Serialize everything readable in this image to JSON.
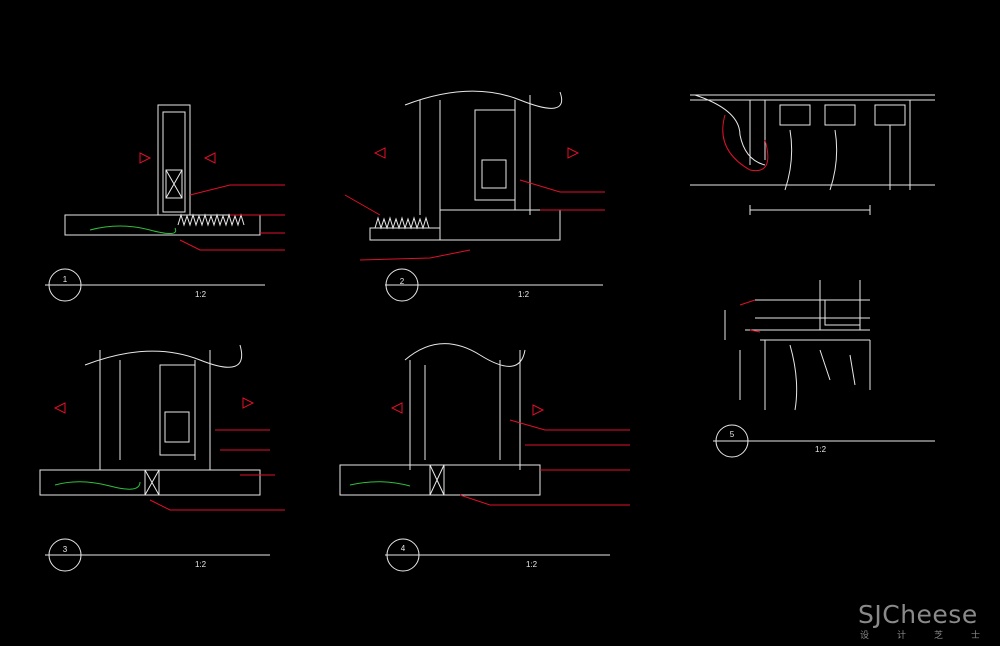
{
  "details": [
    {
      "number": "1",
      "scale": "1:2"
    },
    {
      "number": "2",
      "scale": "1:2"
    },
    {
      "number": "3",
      "scale": "1:2"
    },
    {
      "number": "4",
      "scale": "1:2"
    },
    {
      "number": "5",
      "scale": "1:2"
    }
  ],
  "watermark": {
    "brand": "SJCheese",
    "sub": [
      "设",
      "计",
      "芝",
      "士"
    ]
  },
  "colors": {
    "background": "#000000",
    "line": "#e8e8e8",
    "leader": "#e0102a",
    "grass": "#2fbf3a"
  }
}
